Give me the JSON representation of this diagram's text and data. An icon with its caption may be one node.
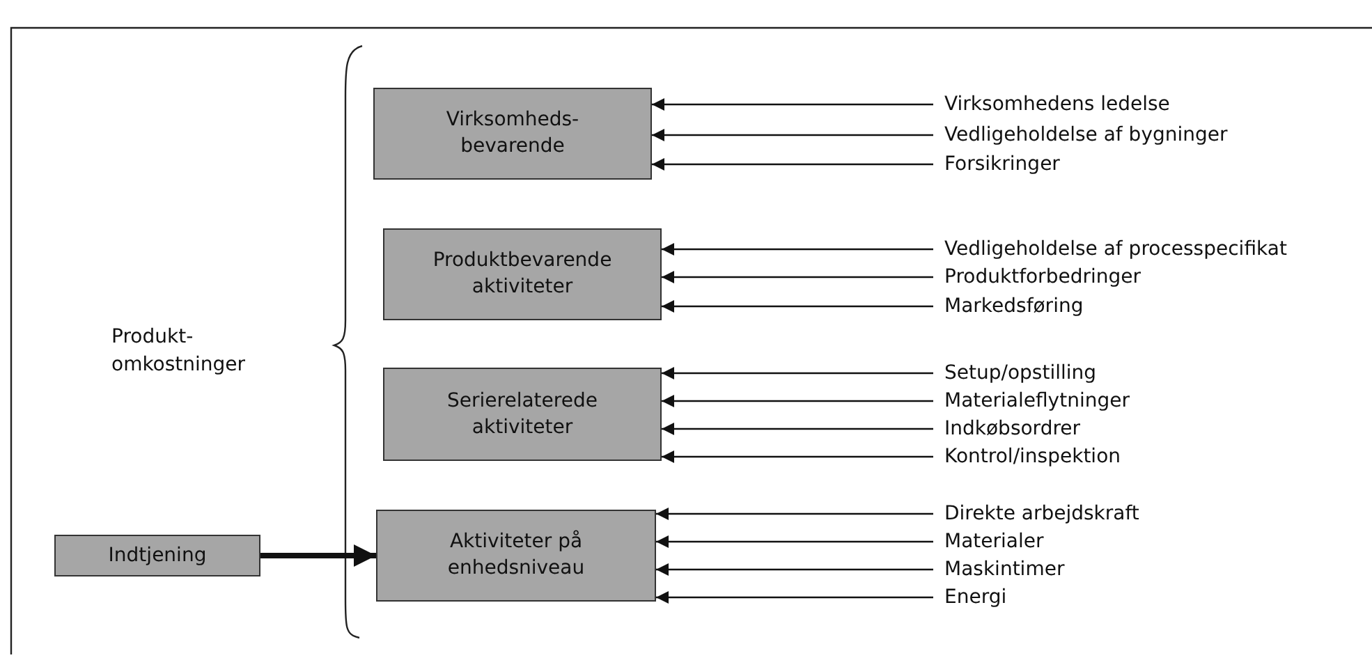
{
  "diagram": {
    "nodes": [
      {
        "text": [
          "Virksomheds- bevarende"
        ]
      },
      {
        "text": [
          "Produktbevarende aktiviteter"
        ]
      },
      {
        "text": [
          "Serierelaterede aktiviteter"
        ]
      },
      {
        "text": [
          "Aktiviteter på enhedsniveau"
        ]
      },
      {
        "text": [
          "Indtjening"
        ]
      },
      {
        "text": [
          "Virksomhedens ledelse"
        ]
      },
      {
        "text": [
          "Vedligeholdelse af bygninger"
        ]
      },
      {
        "text": [
          "Forsikringer"
        ]
      },
      {
        "text": [
          "Vedligeholdelse af processpecifikat"
        ]
      },
      {
        "text": [
          "Produktforbedringer"
        ]
      },
      {
        "text": [
          "Markedsføring"
        ]
      },
      {
        "text": [
          "Setup/opstilling"
        ]
      },
      {
        "text": [
          "Materialeflytninger"
        ]
      },
      {
        "text": [
          "Indkøbsordrer"
        ]
      },
      {
        "text": [
          "Kontrol/inspektion"
        ]
      },
      {
        "text": [
          "Direkte arbejdskraft"
        ]
      },
      {
        "text": [
          "Materialer"
        ]
      },
      {
        "text": [
          "Maskintimer"
        ]
      },
      {
        "text": [
          "Energi"
        ]
      }
    ],
    "edges": [
      {
        "from": 4,
        "to": 3,
        "arrow": "to",
        "style": "thick"
      },
      {
        "from": 5,
        "to": 0,
        "arrow": "to"
      },
      {
        "from": 6,
        "to": 0,
        "arrow": "to"
      },
      {
        "from": 7,
        "to": 0,
        "arrow": "to"
      },
      {
        "from": 8,
        "to": 1,
        "arrow": "to"
      },
      {
        "from": 9,
        "to": 1,
        "arrow": "to"
      },
      {
        "from": 10,
        "to": 1,
        "arrow": "to"
      },
      {
        "from": 11,
        "to": 2,
        "arrow": "to"
      },
      {
        "from": 12,
        "to": 2,
        "arrow": "to"
      },
      {
        "from": 13,
        "to": 2,
        "arrow": "to"
      },
      {
        "from": 14,
        "to": 2,
        "arrow": "to"
      },
      {
        "from": 15,
        "to": 3,
        "arrow": "to"
      },
      {
        "from": 16,
        "to": 3,
        "arrow": "to"
      },
      {
        "from": 17,
        "to": 3,
        "arrow": "to"
      },
      {
        "from": 18,
        "to": 3,
        "arrow": "to"
      }
    ],
    "labels": [
      "Produkt- omkostninger"
    ]
  }
}
